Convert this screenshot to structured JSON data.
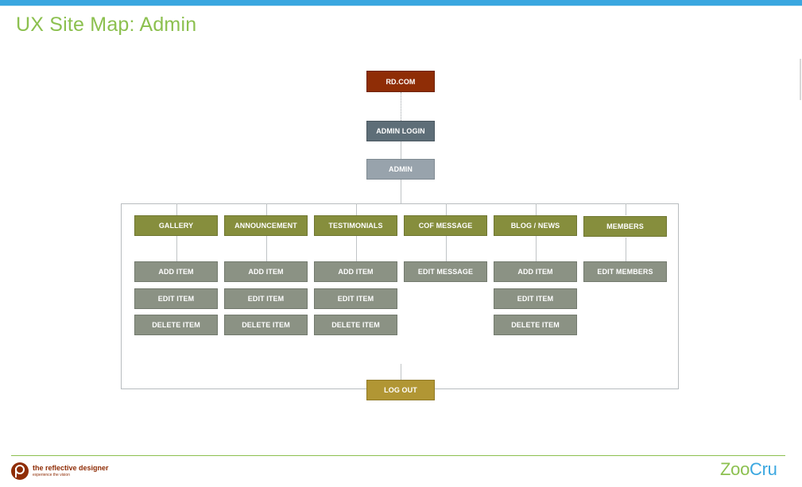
{
  "page": {
    "title": "UX Site Map: Admin"
  },
  "sitemap": {
    "root": "RD.COM",
    "login": "ADMIN LOGIN",
    "admin": "ADMIN",
    "logout": "LOG OUT",
    "sections": [
      {
        "label": "GALLERY",
        "children": [
          "ADD ITEM",
          "EDIT ITEM",
          "DELETE ITEM"
        ]
      },
      {
        "label": "ANNOUNCEMENT",
        "children": [
          "ADD ITEM",
          "EDIT ITEM",
          "DELETE ITEM"
        ]
      },
      {
        "label": "TESTIMONIALS",
        "children": [
          "ADD ITEM",
          "EDIT ITEM",
          "DELETE ITEM"
        ]
      },
      {
        "label": "COF MESSAGE",
        "children": [
          "EDIT MESSAGE"
        ]
      },
      {
        "label": "BLOG / NEWS",
        "children": [
          "ADD ITEM",
          "EDIT ITEM",
          "DELETE ITEM"
        ]
      },
      {
        "label": "MEMBERS",
        "children": [
          "EDIT MEMBERS"
        ]
      }
    ],
    "colors": {
      "root": "#8f2d06",
      "login": "#5e6e78",
      "admin": "#98a3ac",
      "section": "#868e3d",
      "action": "#8b9284",
      "logout": "#b19634"
    }
  },
  "footer": {
    "brand_icon": "reflective-designer-logo",
    "brand_name": "the reflective designer",
    "brand_tagline": "experience the vision",
    "partner_part1": "Zoo",
    "partner_part2": "Cru"
  },
  "theme": {
    "accent_blue": "#3aa7e0",
    "accent_green": "#8cc04f"
  }
}
